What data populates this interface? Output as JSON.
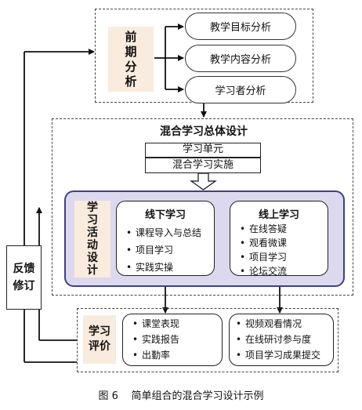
{
  "preanalysis": {
    "label": [
      "前",
      "期",
      "分",
      "析"
    ],
    "items": [
      "教学目标分析",
      "教学内容分析",
      "学习者分析"
    ]
  },
  "overall": {
    "title": "混合学习总体设计",
    "unit": "学习单元",
    "implement": "混合学习实施"
  },
  "activity": {
    "label": [
      "学",
      "习",
      "活",
      "动",
      "设",
      "计"
    ],
    "offline": {
      "title": "线下学习",
      "items": [
        "课程导入与总结",
        "项目学习",
        "实践实操"
      ]
    },
    "online": {
      "title": "线上学习",
      "items": [
        "在线答疑",
        "观看微课",
        "项目学习",
        "论坛交流"
      ]
    }
  },
  "evaluation": {
    "label": [
      "学",
      "习",
      "评",
      "价"
    ],
    "offline_items": [
      "课堂表现",
      "实践报告",
      "出勤率"
    ],
    "online_items": [
      "视频观看情况",
      "在线研讨参与度",
      "项目学习成果提交"
    ]
  },
  "feedback": {
    "label": [
      "反",
      "馈",
      "修",
      "订"
    ]
  },
  "caption": "图 6    简单组合的混合学习设计示例"
}
